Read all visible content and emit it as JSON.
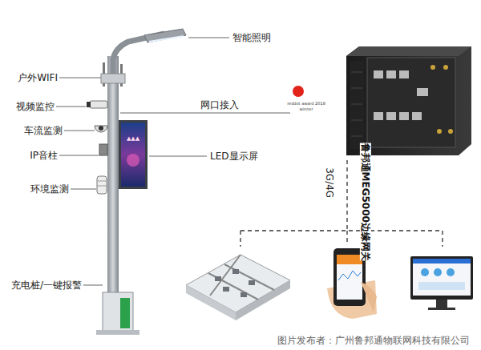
{
  "diagram": {
    "labels": [
      "智能照明",
      "户外WIFI",
      "网口接入",
      "视频监控",
      "车流监测",
      "IP音柱",
      "LED显示屏",
      "环境监测",
      "充电桩/一键报警",
      "3G/4G",
      "鲁邦通MEG5000边缘网关",
      "reddot award 2018",
      "winner",
      "图片发布者：广州鲁邦通物联网科技有限公司"
    ]
  }
}
